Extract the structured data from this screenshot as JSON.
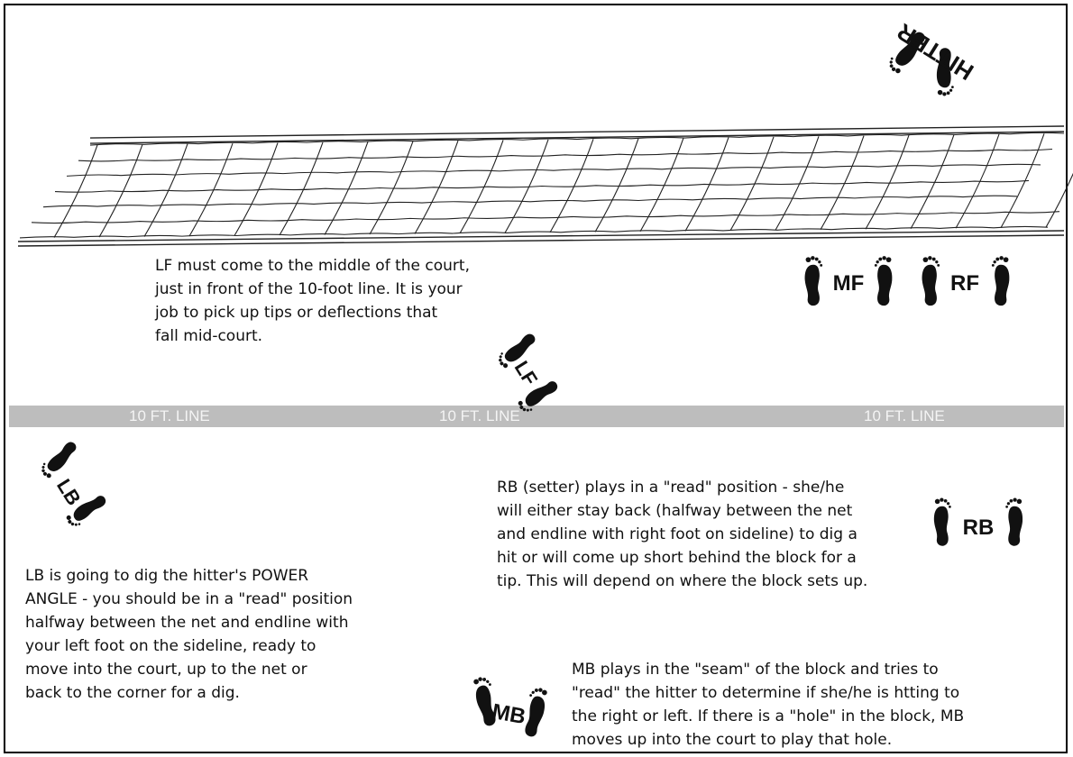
{
  "net": {
    "rows": 6,
    "cols": 22
  },
  "ten_foot_line": {
    "labels": [
      "10 FT. LINE",
      "10 FT. LINE",
      "10 FT. LINE"
    ],
    "color": "#bdbdbd"
  },
  "players": {
    "hitter": "HITTER",
    "mf": "MF",
    "rf": "RF",
    "lf": "LF",
    "lb": "LB",
    "rb": "RB",
    "mb": "MB"
  },
  "notes": {
    "lf": [
      "LF must come to the middle of the court,",
      "just in front of the 10-foot line. It is your",
      "job to pick up tips or deflections that",
      "fall mid-court."
    ],
    "lb": [
      "LB is going to dig the hitter's POWER",
      "ANGLE - you should be in a \"read\" position",
      "halfway between the net and endline with",
      "your left foot on the sideline, ready to",
      "move into the court, up to the net or",
      "back to the corner for a dig."
    ],
    "rb": [
      "RB (setter) plays in a \"read\" position - she/he",
      "will either stay back (halfway between the net",
      "and endline with right foot on sideline) to dig a",
      "hit or will come up short behind the block for a",
      "tip. This will depend on where the block sets up."
    ],
    "mb": [
      "MB plays in the \"seam\" of the block and tries to",
      "\"read\" the hitter to determine if she/he is htting to",
      "the right or left. If there is a \"hole\" in the block, MB",
      "moves up into the court to play that hole."
    ]
  },
  "colors": {
    "ink": "#111111",
    "line_gray": "#bdbdbd"
  }
}
